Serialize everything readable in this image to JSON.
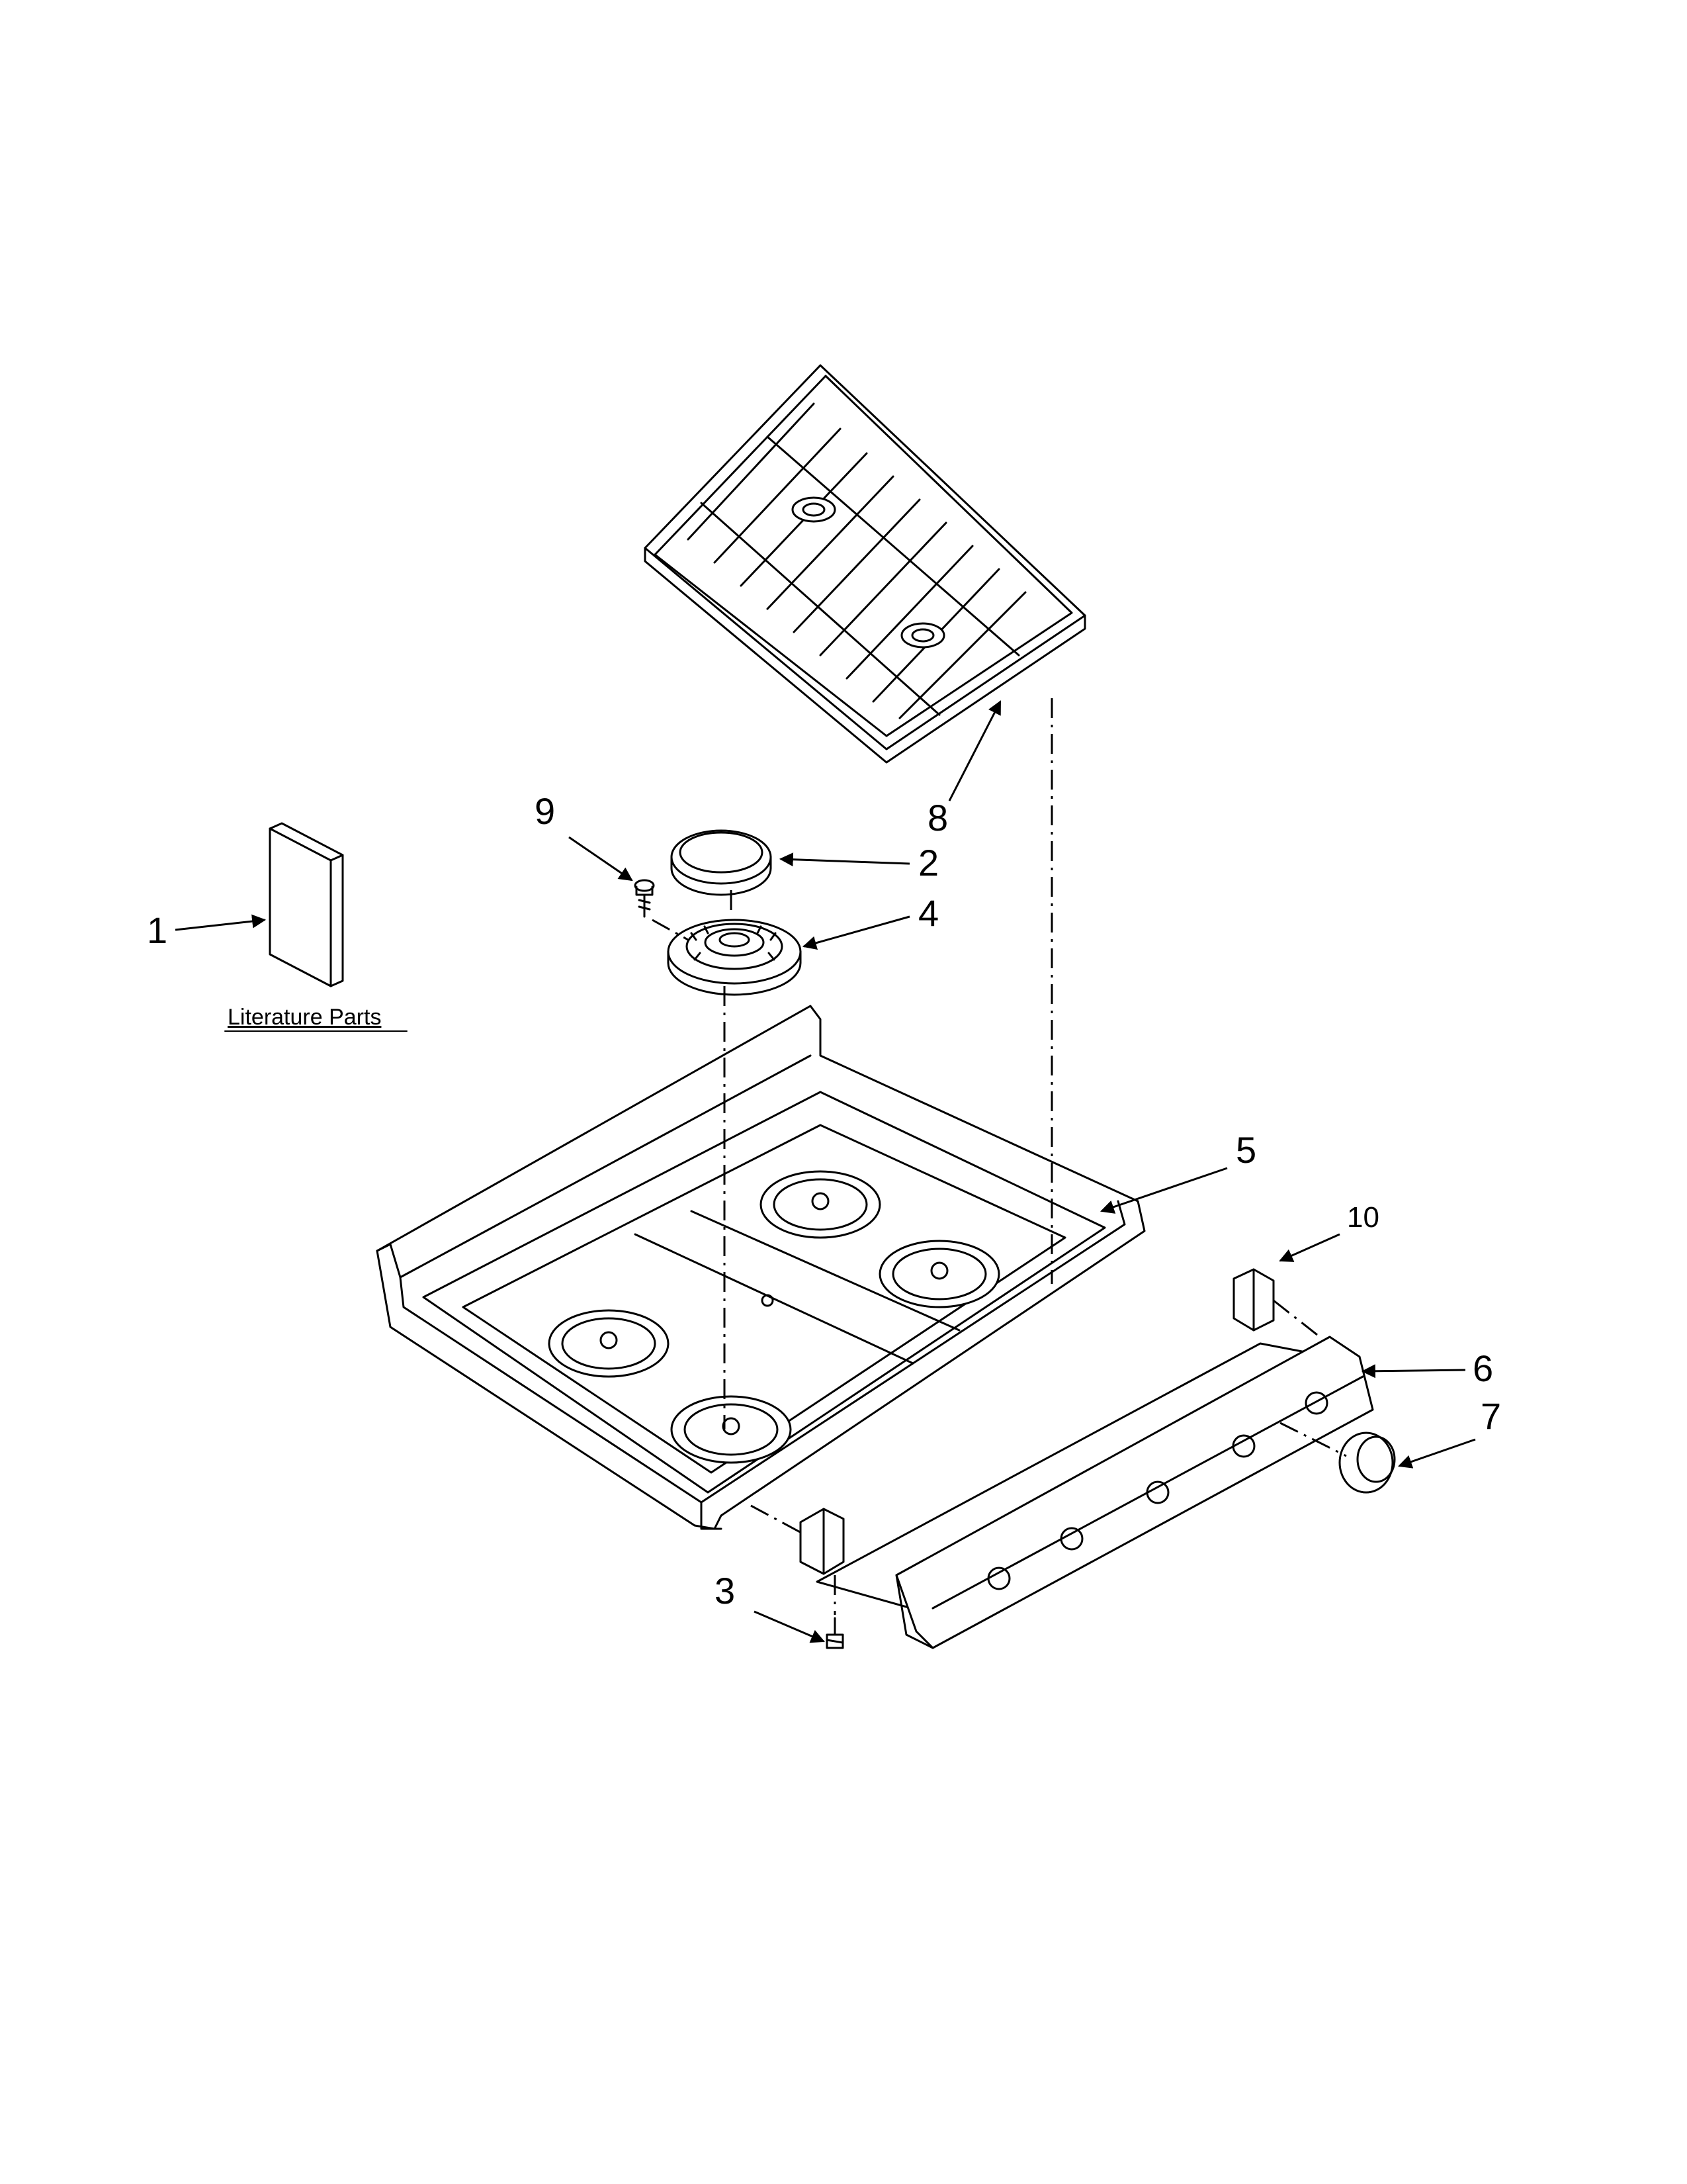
{
  "diagram": {
    "literature_label": "Literature Parts",
    "callouts": [
      {
        "id": "1",
        "label": "1"
      },
      {
        "id": "2",
        "label": "2"
      },
      {
        "id": "3",
        "label": "3"
      },
      {
        "id": "4",
        "label": "4"
      },
      {
        "id": "5",
        "label": "5"
      },
      {
        "id": "6",
        "label": "6"
      },
      {
        "id": "7",
        "label": "7"
      },
      {
        "id": "8",
        "label": "8"
      },
      {
        "id": "9",
        "label": "9"
      },
      {
        "id": "10",
        "label": "10"
      }
    ]
  },
  "colors": {
    "line": "#000000",
    "part_fill": "#ffffff",
    "background": "#ffffff"
  }
}
